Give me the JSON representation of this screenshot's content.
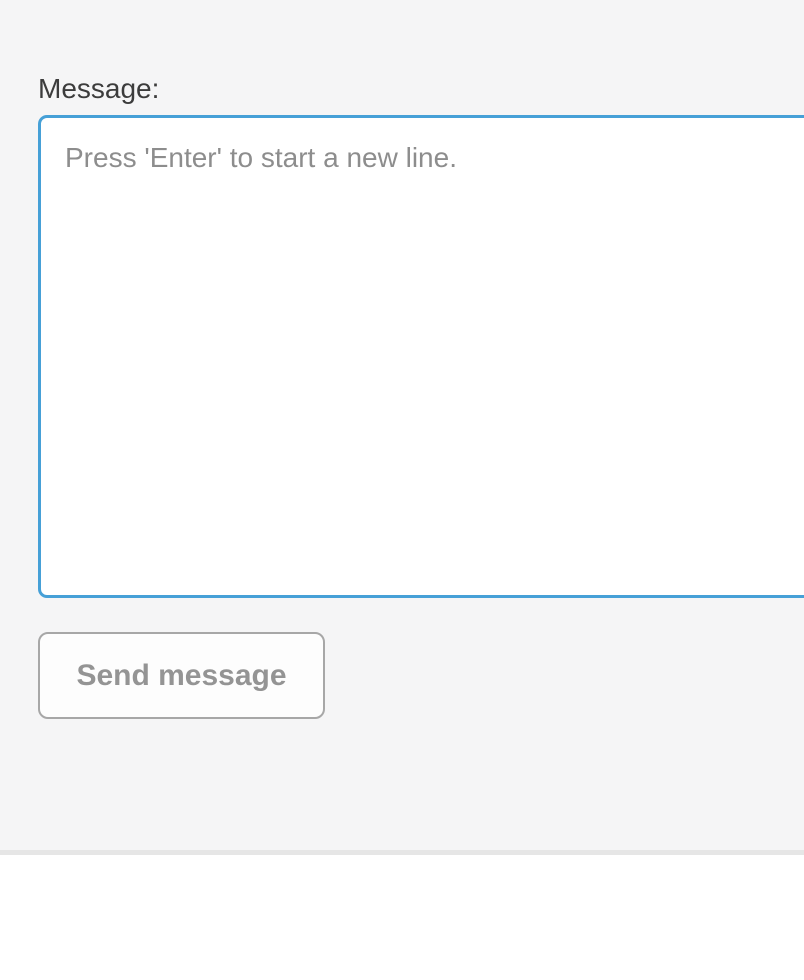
{
  "form": {
    "label": "Message:",
    "message_value": "",
    "message_placeholder": "Press 'Enter' to start a new line.",
    "send_button_label": "Send message",
    "send_button_state": "disabled"
  },
  "colors": {
    "panel_background": "#f5f5f6",
    "divider": "#e6e6e6",
    "lower_background": "#ffffff",
    "textarea_focus_border": "#46a0d7",
    "textarea_background": "#ffffff",
    "label_text": "#3c3c3c",
    "placeholder_text": "#8d8d8d",
    "button_border": "#a7a7a7",
    "button_background": "#fdfdfd",
    "button_text": "#949494"
  }
}
